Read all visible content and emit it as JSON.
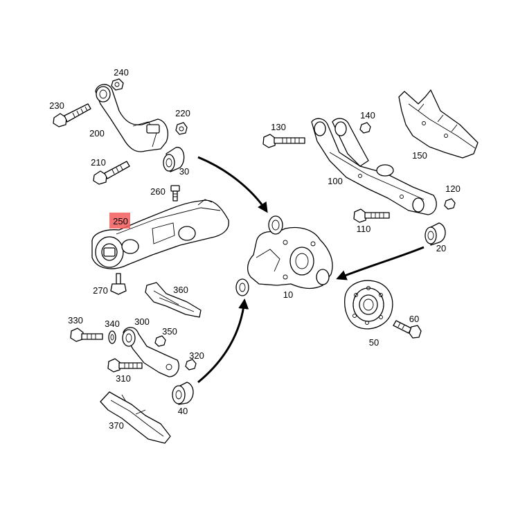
{
  "diagram": {
    "highlight_color": "#f25c5c",
    "callouts": {
      "c10": "10",
      "c20": "20",
      "c30": "30",
      "c40": "40",
      "c50": "50",
      "c60": "60",
      "c100": "100",
      "c110": "110",
      "c120": "120",
      "c130": "130",
      "c140": "140",
      "c150": "150",
      "c200": "200",
      "c210": "210",
      "c220": "220",
      "c230": "230",
      "c240": "240",
      "c250": "250",
      "c260": "260",
      "c270": "270",
      "c300": "300",
      "c310": "310",
      "c320": "320",
      "c330": "330",
      "c340": "340",
      "c350": "350",
      "c360": "360",
      "c370": "370"
    },
    "highlighted_callout": "250"
  }
}
